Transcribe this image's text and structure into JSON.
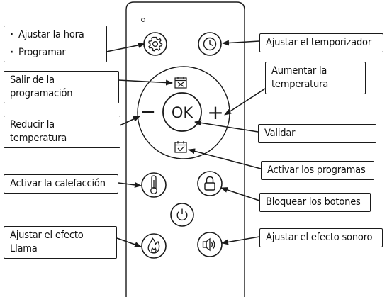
{
  "labels": {
    "clock": [
      "Ajustar la hora",
      "Programar"
    ],
    "timer": "Ajustar el temporizador",
    "exit_program": [
      "Salir de la",
      "programación"
    ],
    "increase_temp": [
      "Aumentar la",
      "temperatura"
    ],
    "decrease_temp": [
      "Reducir la",
      "temperatura"
    ],
    "validate": "Validar",
    "activate_programs": "Activar los programas",
    "heating": "Activar la calefacción",
    "lock": "Bloquear los botones",
    "flame": [
      "Ajustar el efecto",
      "Llama"
    ],
    "sound": "Ajustar el efecto sonoro"
  },
  "remote": {
    "ok_label": "OK",
    "plus_symbol": "+",
    "minus_symbol": "−"
  },
  "icons": [
    "gear-icon",
    "clock-icon",
    "cancel-program-icon",
    "confirm-program-icon",
    "thermometer-icon",
    "lock-icon",
    "power-icon",
    "flame-icon",
    "speaker-icon"
  ],
  "colors": {
    "stroke": "#1a1a1a",
    "background": "#ffffff"
  }
}
